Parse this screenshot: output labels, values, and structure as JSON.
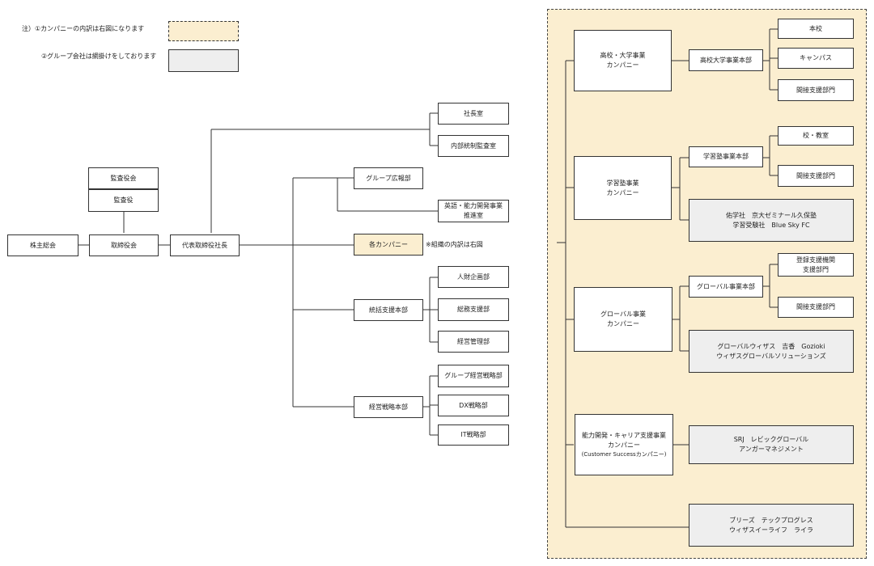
{
  "legend": {
    "note1": "注）①カンパニーの内訳は右図になります",
    "note2": "②グループ会社は網掛けをしております",
    "swatch_company_color": "#fbeed0",
    "swatch_group_color": "#eeeeee"
  },
  "left": {
    "shareholders": "株主総会",
    "board": "取締役会",
    "audit_board": "監査役会",
    "auditor": "監査役",
    "president": "代表取締役社長",
    "president_office": "社長室",
    "internal_audit": "内部統制監査室",
    "group_pr": "グループ広報部",
    "english_dev": "英語・能力開発事業\n推進室",
    "companies": "各カンパニー",
    "companies_note": "※組織の内訳は右図",
    "general_support": "統括支援本部",
    "hr_planning": "人財企画部",
    "general_affairs": "総務支援部",
    "management": "経営管理部",
    "strategy": "経営戦略本部",
    "group_strategy": "グループ経営戦略部",
    "dx": "DX戦略部",
    "it": "IT戦略部"
  },
  "right": {
    "hs_univ_company": "高校・大学事業\nカンパニー",
    "hs_univ_hq": "高校大学事業本部",
    "main_school": "本校",
    "campus": "キャンパス",
    "indirect_support_1": "間接支援部門",
    "juku_company": "学習塾事業\nカンパニー",
    "juku_hq": "学習塾事業本部",
    "school_classroom": "校・教室",
    "indirect_support_2": "間接支援部門",
    "juku_group": "佑学社　京大ゼミナール久保塾\n学習受験社　Blue Sky FC",
    "global_company": "グローバル事業\nカンパニー",
    "global_hq": "グローバル事業本部",
    "registration_support": "登録支援機関\n支援部門",
    "indirect_support_3": "間接支援部門",
    "global_group": "グローバルウィザス　吉香　Gozioki\nウィザスグローバルソリューションズ",
    "career_company_line1": "能力開発・キャリア支援事業",
    "career_company_line2": "カンパニー",
    "career_company_line3": "(Customer Successカンパニー)",
    "career_group": "SRJ　レビックグローバル\nアンガーマネジメント",
    "other_group": "ブリーズ　テックプログレス\nウィザスイーライフ　ライラ"
  }
}
